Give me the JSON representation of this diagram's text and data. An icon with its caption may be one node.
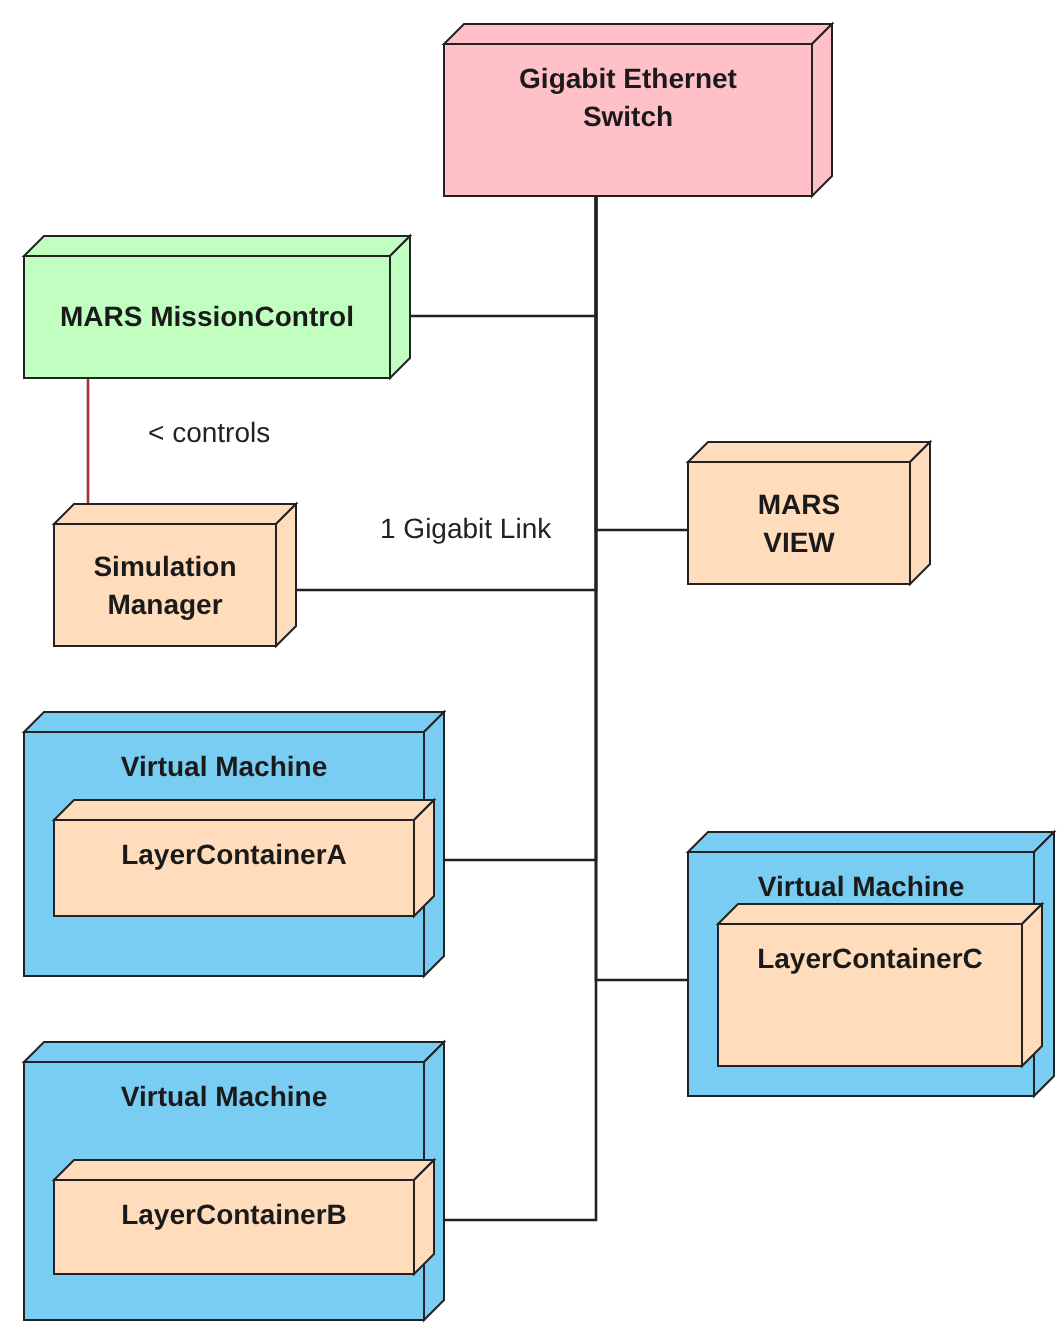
{
  "diagram": {
    "nodes": [
      {
        "text": [
          "Gigabit Ethernet Switch"
        ]
      },
      {
        "text": [
          "MARS MissionControl"
        ]
      },
      {
        "text": [
          "Simulation Manager"
        ]
      },
      {
        "text": [
          "MARS VIEW"
        ]
      },
      {
        "text": [
          "Virtual Machine"
        ]
      },
      {
        "text": [
          "LayerContainerA"
        ],
        "in": 4
      },
      {
        "text": [
          "Virtual Machine"
        ]
      },
      {
        "text": [
          "LayerContainerC"
        ],
        "in": 6
      },
      {
        "text": [
          "Virtual Machine"
        ]
      },
      {
        "text": [
          "LayerContainerB"
        ],
        "in": 8
      }
    ],
    "edges": [
      {
        "from": 0,
        "to": 1,
        "arrow": "none"
      },
      {
        "from": 1,
        "to": 2,
        "arrow": "none",
        "label": "< controls",
        "color": "#a83232"
      },
      {
        "from": 0,
        "to": 3,
        "arrow": "none"
      },
      {
        "from": 0,
        "to": 2,
        "arrow": "none",
        "label": "1 Gigabit Link"
      },
      {
        "from": 0,
        "to": 5,
        "arrow": "none"
      },
      {
        "from": 0,
        "to": 7,
        "arrow": "none"
      },
      {
        "from": 0,
        "to": 9,
        "arrow": "none"
      }
    ]
  }
}
